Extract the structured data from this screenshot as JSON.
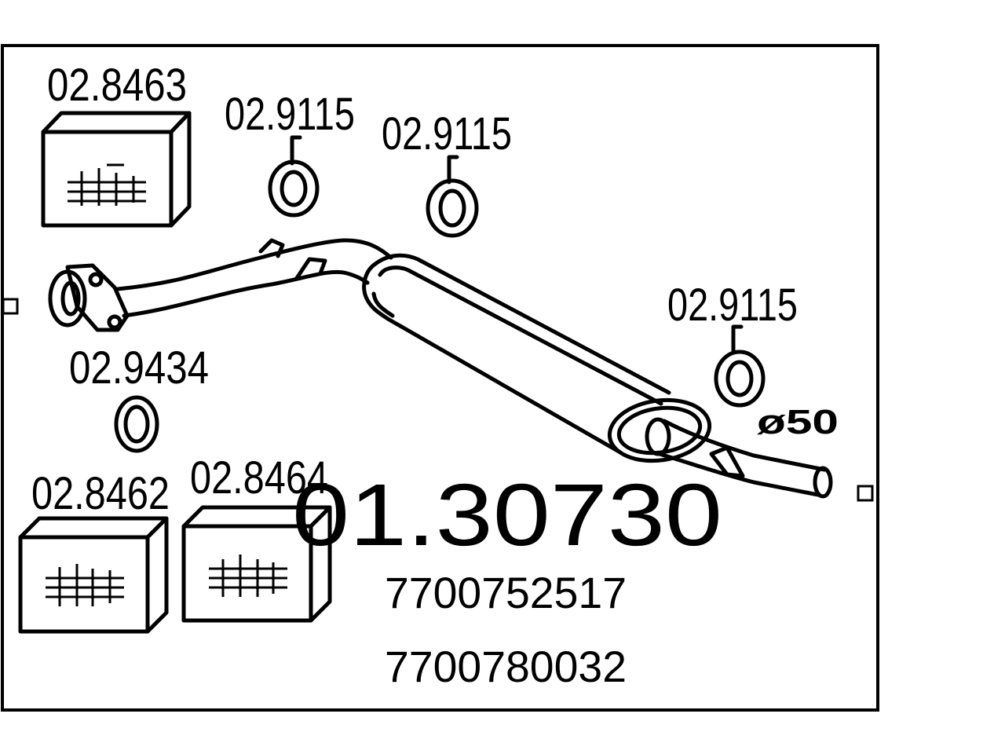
{
  "main_part_number": "01.30730",
  "oem_numbers": [
    "7700752517",
    "7700780032"
  ],
  "pipe_diameter": "ø50",
  "parts": {
    "box_top": "02.8463",
    "clamp_a": "02.9115",
    "clamp_b": "02.9115",
    "clamp_c": "02.9115",
    "gasket": "02.9434",
    "box_bottom_left": "02.8462",
    "box_bottom_mid": "02.8464"
  },
  "icons": [
    "mounting-kit-box-icon",
    "rubber-hanger-icon",
    "gasket-ring-icon",
    "exhaust-pipe-icon",
    "silencer-icon",
    "flange-icon"
  ]
}
